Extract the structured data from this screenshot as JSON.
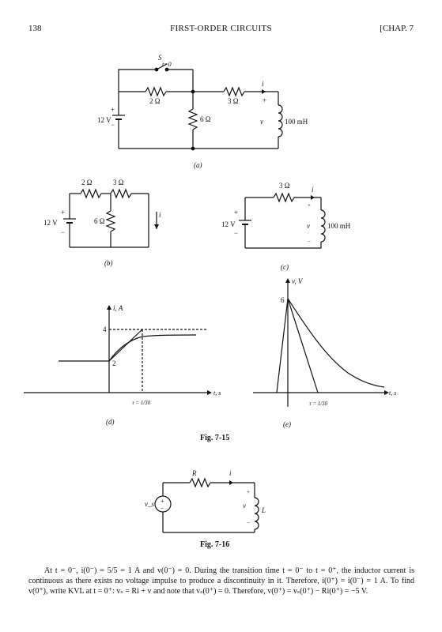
{
  "header": {
    "page_number": "138",
    "title": "FIRST-ORDER CIRCUITS",
    "chapter": "[CHAP. 7"
  },
  "fig_a": {
    "switch_label": "S",
    "switch_time": "t=0",
    "r1": "2 Ω",
    "r2": "3 Ω",
    "r3": "6 Ω",
    "source": "12 V",
    "plus": "+",
    "minus": "−",
    "current": "i",
    "voltage": "v",
    "inductor": "100 mH",
    "part": "(a)"
  },
  "fig_b": {
    "r1": "2 Ω",
    "r2": "3 Ω",
    "r3": "6 Ω",
    "source": "12 V",
    "plus": "+",
    "minus": "−",
    "current": "i",
    "part": "(b)"
  },
  "fig_c": {
    "r": "3 Ω",
    "source": "12 V",
    "plus": "+",
    "minus": "−",
    "current": "i",
    "voltage": "v",
    "inductor": "100 mH",
    "part": "(c)"
  },
  "fig_d": {
    "ylabel": "i, A",
    "xlabel": "t, s",
    "tick_hi": "4",
    "tick_lo": "2",
    "tau": "τ = 1/30",
    "part": "(d)"
  },
  "fig_e": {
    "ylabel": "v, V",
    "xlabel": "t, s",
    "tick": "6",
    "tau": "τ = 1/30",
    "part": "(e)"
  },
  "fig_15_caption": "Fig. 7-15",
  "fig_16": {
    "r": "R",
    "current": "i",
    "source": "v_s",
    "voltage": "v",
    "inductor": "L",
    "plus": "+",
    "minus": "−"
  },
  "fig_16_caption": "Fig. 7-16",
  "paragraph": "At t = 0⁻, i(0⁻) = 5/5 = 1 A and v(0⁻) = 0. During the transition time t = 0⁻ to t = 0⁺, the inductor current is continuous as there exists no voltage impulse to produce a discontinuity in it. Therefore, i(0⁺) = i(0⁻) = 1 A. To find v(0⁺), write KVL at t = 0⁺: vₛ = Ri + v and note that vₛ(0⁺) = 0. Therefore, v(0⁺) = vₛ(0⁺) − Ri(0⁺) = −5 V."
}
